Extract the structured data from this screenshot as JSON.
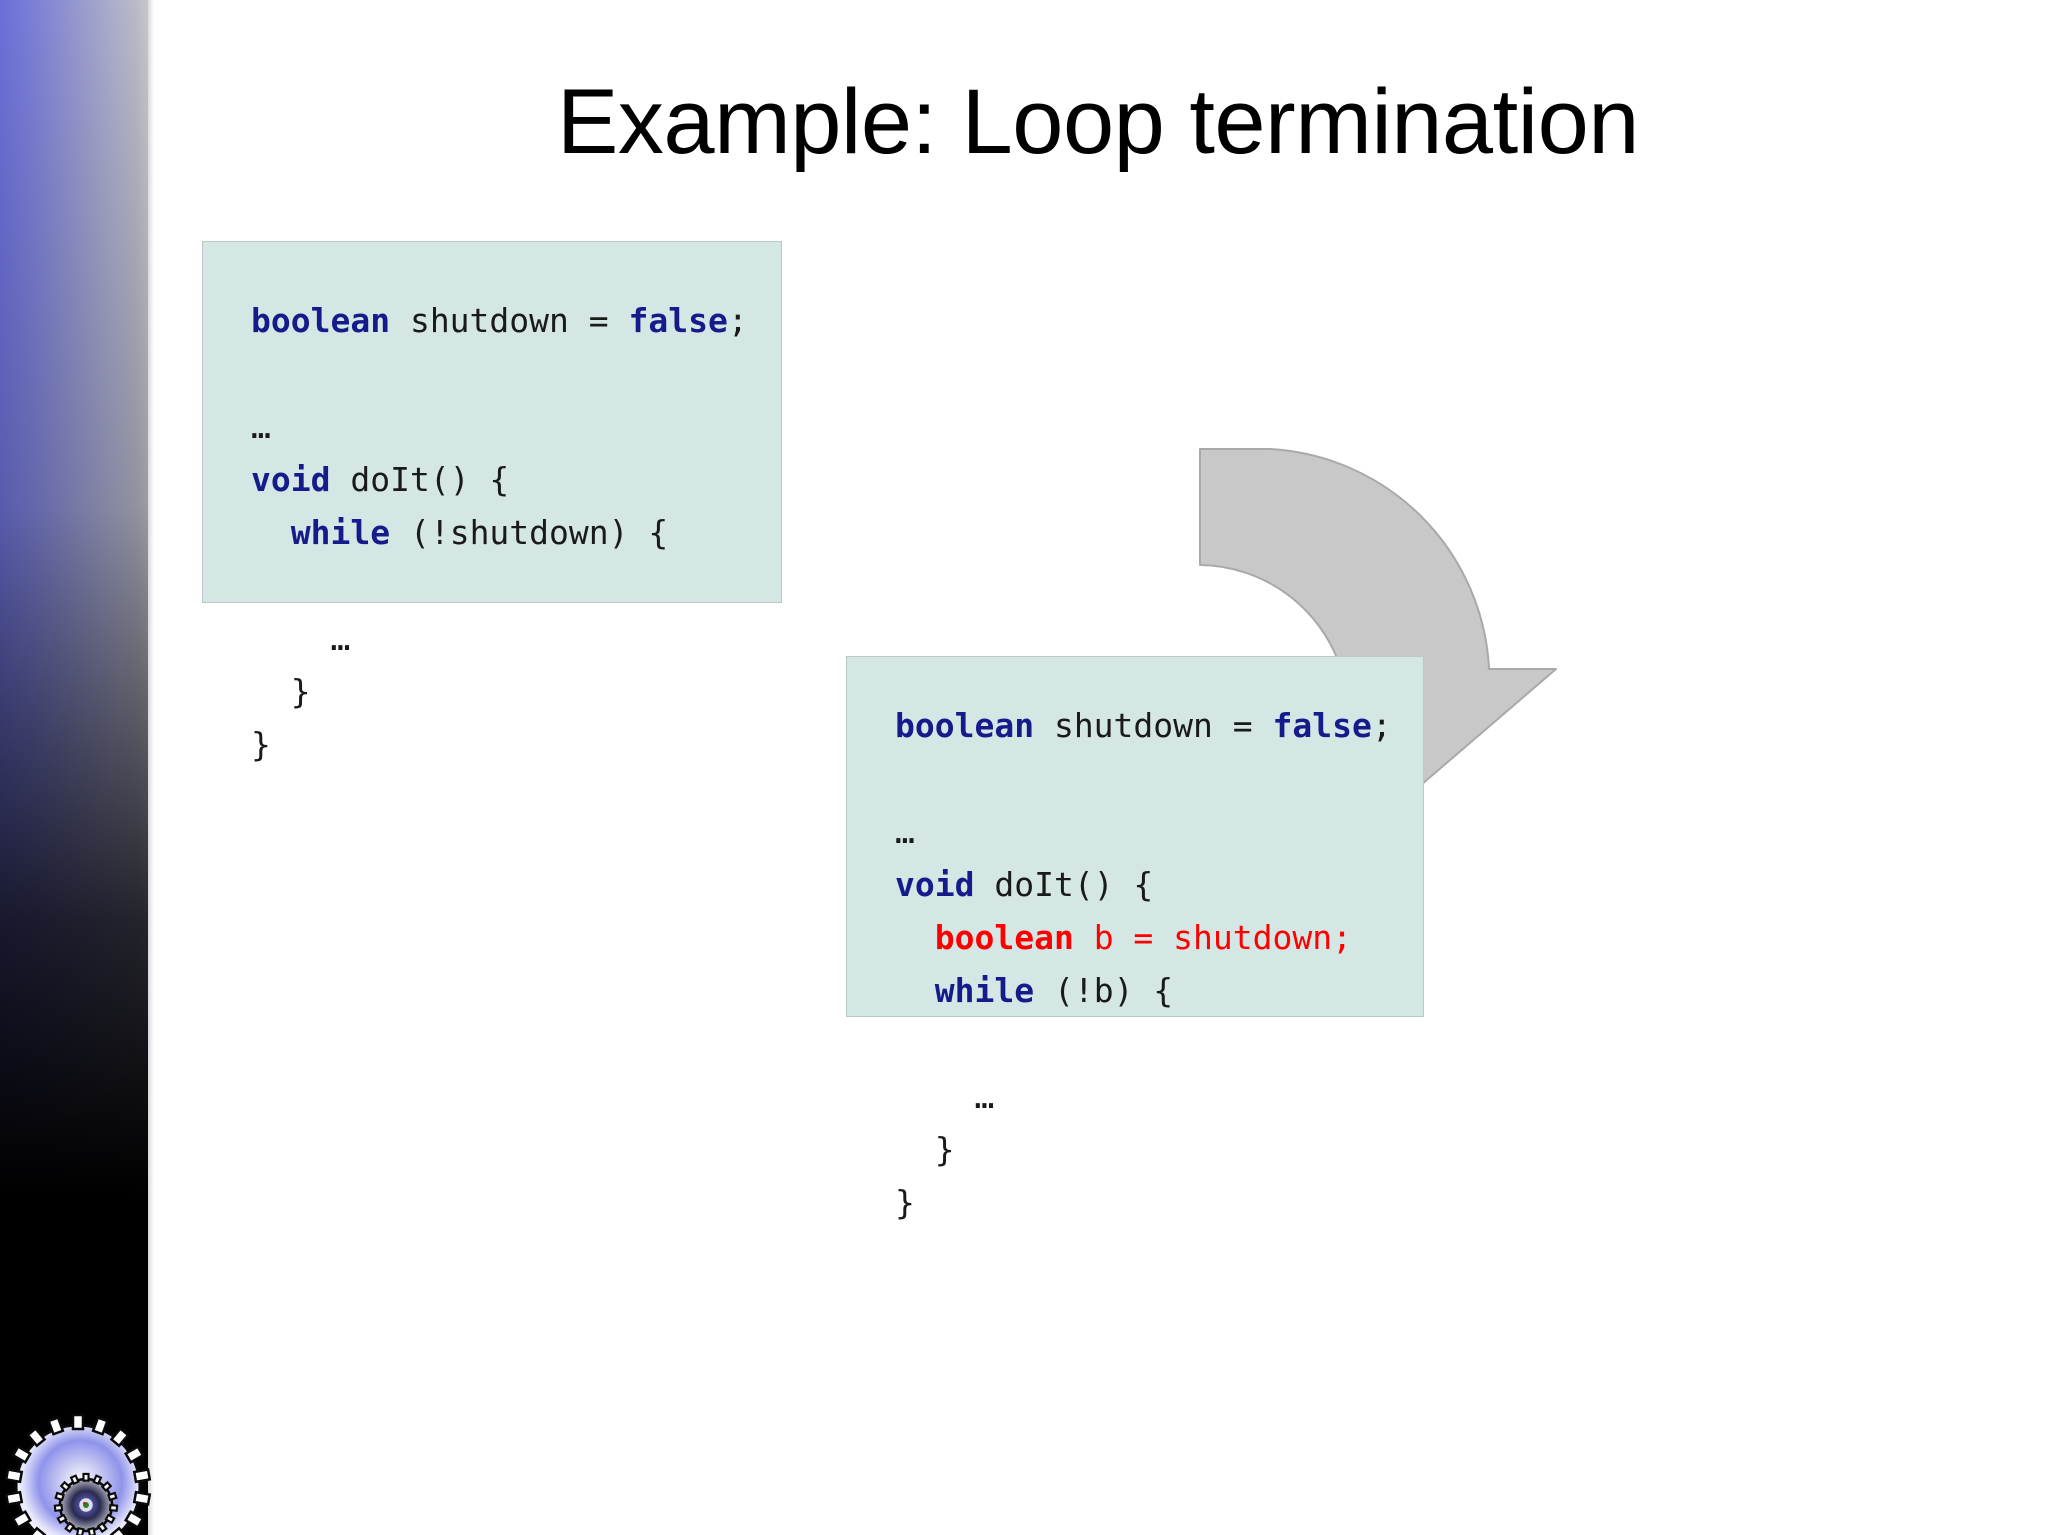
{
  "slide": {
    "title": "Example: Loop termination",
    "background_color": "#ffffff"
  },
  "sidebar": {
    "name": "decorative-gradient-bar",
    "gradient_from": "#6b6fd8",
    "gradient_to": "#000000",
    "logo_name": "gear-spiral-logo",
    "logo_colors": [
      "#ffffff",
      "#6b6fd8",
      "#000000"
    ]
  },
  "code_before": {
    "label": "original code",
    "background_color": "#d4e7e4",
    "keyword_color": "#161b8c",
    "lines": [
      {
        "segments": [
          {
            "text": "boolean",
            "style": "keyword"
          },
          {
            "text": " shutdown = ",
            "style": "plain"
          },
          {
            "text": "false",
            "style": "keyword"
          },
          {
            "text": ";",
            "style": "plain"
          }
        ]
      },
      {
        "segments": [
          {
            "text": "",
            "style": "plain"
          }
        ]
      },
      {
        "segments": [
          {
            "text": "…",
            "style": "plain"
          }
        ]
      },
      {
        "segments": [
          {
            "text": "void",
            "style": "keyword"
          },
          {
            "text": " doIt() {",
            "style": "plain"
          }
        ]
      },
      {
        "segments": [
          {
            "text": "  ",
            "style": "plain"
          },
          {
            "text": "while",
            "style": "keyword"
          },
          {
            "text": " (!shutdown) {",
            "style": "plain"
          }
        ]
      },
      {
        "segments": [
          {
            "text": "",
            "style": "plain"
          }
        ]
      },
      {
        "segments": [
          {
            "text": "    …",
            "style": "plain"
          }
        ]
      },
      {
        "segments": [
          {
            "text": "  }",
            "style": "plain"
          }
        ]
      },
      {
        "segments": [
          {
            "text": "}",
            "style": "plain"
          }
        ]
      }
    ],
    "text": "boolean shutdown = false;\n\n…\nvoid doIt() {\n  while (!shutdown) {\n\n    …\n  }\n}"
  },
  "code_after": {
    "label": "transformed code",
    "background_color": "#d4e7e4",
    "keyword_color": "#161b8c",
    "highlight_color": "#ff0000",
    "lines": [
      {
        "segments": [
          {
            "text": "boolean",
            "style": "keyword"
          },
          {
            "text": " shutdown = ",
            "style": "plain"
          },
          {
            "text": "false",
            "style": "keyword"
          },
          {
            "text": ";",
            "style": "plain"
          }
        ]
      },
      {
        "segments": [
          {
            "text": "",
            "style": "plain"
          }
        ]
      },
      {
        "segments": [
          {
            "text": "…",
            "style": "plain"
          }
        ]
      },
      {
        "segments": [
          {
            "text": "void",
            "style": "keyword"
          },
          {
            "text": " doIt() {",
            "style": "plain"
          }
        ]
      },
      {
        "segments": [
          {
            "text": "  ",
            "style": "plain"
          },
          {
            "text": "boolean",
            "style": "highlight-keyword"
          },
          {
            "text": " b = shutdown;",
            "style": "highlight"
          }
        ]
      },
      {
        "segments": [
          {
            "text": "  ",
            "style": "plain"
          },
          {
            "text": "while",
            "style": "keyword"
          },
          {
            "text": " (!b) {",
            "style": "plain"
          }
        ]
      },
      {
        "segments": [
          {
            "text": "",
            "style": "plain"
          }
        ]
      },
      {
        "segments": [
          {
            "text": "    …",
            "style": "plain"
          }
        ]
      },
      {
        "segments": [
          {
            "text": "  }",
            "style": "plain"
          }
        ]
      },
      {
        "segments": [
          {
            "text": "}",
            "style": "plain"
          }
        ]
      }
    ],
    "text": "boolean shutdown = false;\n\n…\nvoid doIt() {\n  boolean b = shutdown;\n  while (!b) {\n\n    …\n  }\n}"
  },
  "arrow": {
    "name": "curved-down-arrow",
    "fill_color": "#c8c8c8",
    "stroke_color": "#a6a6a6",
    "direction": "right-then-down"
  }
}
